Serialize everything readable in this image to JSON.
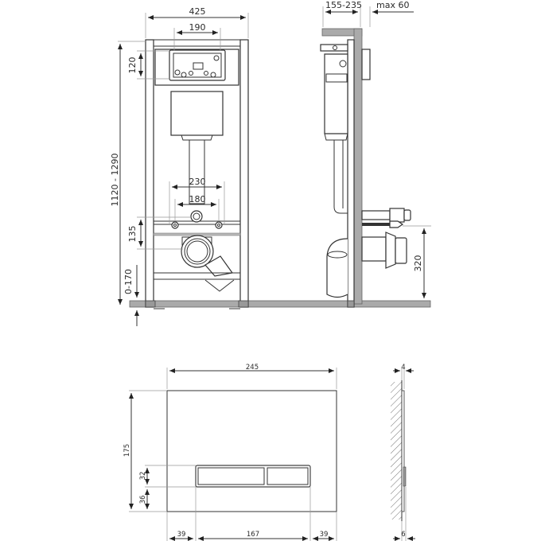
{
  "drawing": {
    "title": "Installation frame and flush plate dimensions",
    "colors": {
      "line": "#333333",
      "wall": "#aaaaaa",
      "dimension": "#999999",
      "background": "#ffffff"
    },
    "front_view": {
      "dims": {
        "frame_width": "425",
        "panel_width": "190",
        "panel_height": "120",
        "total_height": "1120 - 1290",
        "bolt_spacing_outer": "230",
        "bolt_spacing_inner": "180",
        "bolt_height": "135",
        "foot_adjust": "0-170"
      }
    },
    "side_view": {
      "dims": {
        "depth": "155-235",
        "wall_thickness": "max 60",
        "drain_height": "320"
      }
    },
    "flush_plate_front": {
      "dims": {
        "width": "245",
        "height": "175",
        "button_height": "32",
        "button_bottom_offset": "36",
        "left_margin": "39",
        "button_width": "167",
        "right_margin": "39"
      }
    },
    "flush_plate_side": {
      "dims": {
        "thickness_top": "4",
        "thickness_bottom": "6"
      }
    }
  }
}
